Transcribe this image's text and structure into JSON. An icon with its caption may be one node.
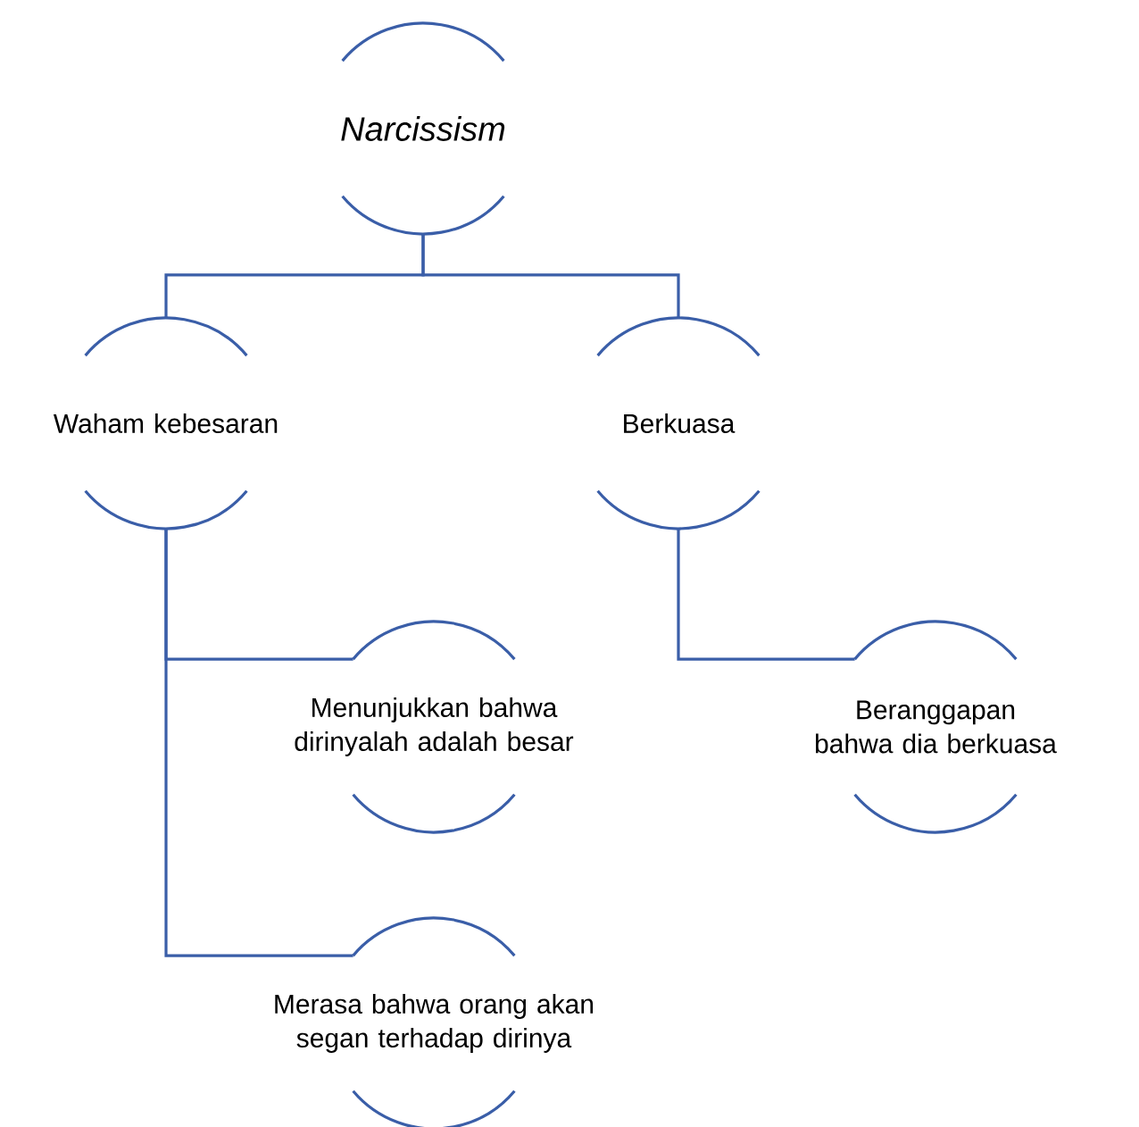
{
  "diagram": {
    "nodes": [
      {
        "text": [
          "Narcissism"
        ]
      },
      {
        "text": [
          "Waham kebesaran"
        ]
      },
      {
        "text": [
          "Berkuasa"
        ]
      },
      {
        "text": [
          "Menunjukkan bahwa dirinyalah adalah besar"
        ]
      },
      {
        "text": [
          "Beranggapan bahwa dia berkuasa"
        ]
      },
      {
        "text": [
          "Merasa bahwa orang akan segan terhadap dirinya"
        ]
      }
    ],
    "edges": [
      {
        "from": 0,
        "to": 1,
        "arrow": "none"
      },
      {
        "from": 0,
        "to": 2,
        "arrow": "none"
      },
      {
        "from": 1,
        "to": 3,
        "arrow": "none"
      },
      {
        "from": 1,
        "to": 5,
        "arrow": "none"
      },
      {
        "from": 2,
        "to": 4,
        "arrow": "none"
      }
    ]
  }
}
